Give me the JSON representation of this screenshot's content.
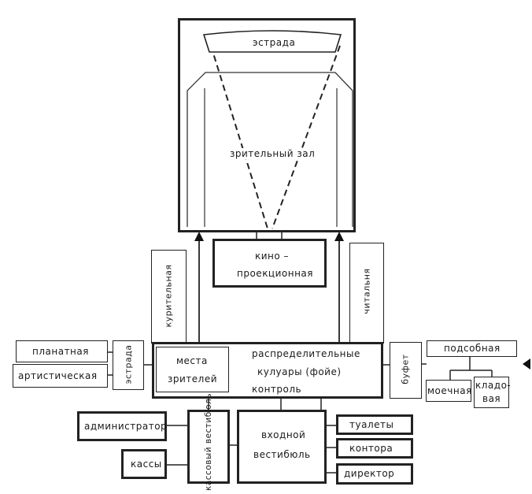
{
  "labels": {
    "estrada_top": "эстрада",
    "hall": "зрительный зал",
    "projection_1": "кино –",
    "projection_2": "проекционная",
    "smoking": "курительная",
    "reading": "читальня",
    "seats_1": "места",
    "seats_2": "зрителей",
    "foyer_1": "распределительные",
    "foyer_2": "кулуары  (фойе)",
    "control": "контроль",
    "plan_room": "планатная",
    "artist_room": "артистическая",
    "estrada_side": "эстрада",
    "buffet": "буфет",
    "utility": "подсобная",
    "washroom": "моечная",
    "storage_1": "кладо-",
    "storage_2": "вая",
    "administrator": "администратор",
    "cashier_lobby": "кассовый вестибюль",
    "tickets": "кассы",
    "entrance_1": "входной",
    "entrance_2": "вестибюль",
    "toilets": "туалеты",
    "office": "контора",
    "director": "директор"
  }
}
